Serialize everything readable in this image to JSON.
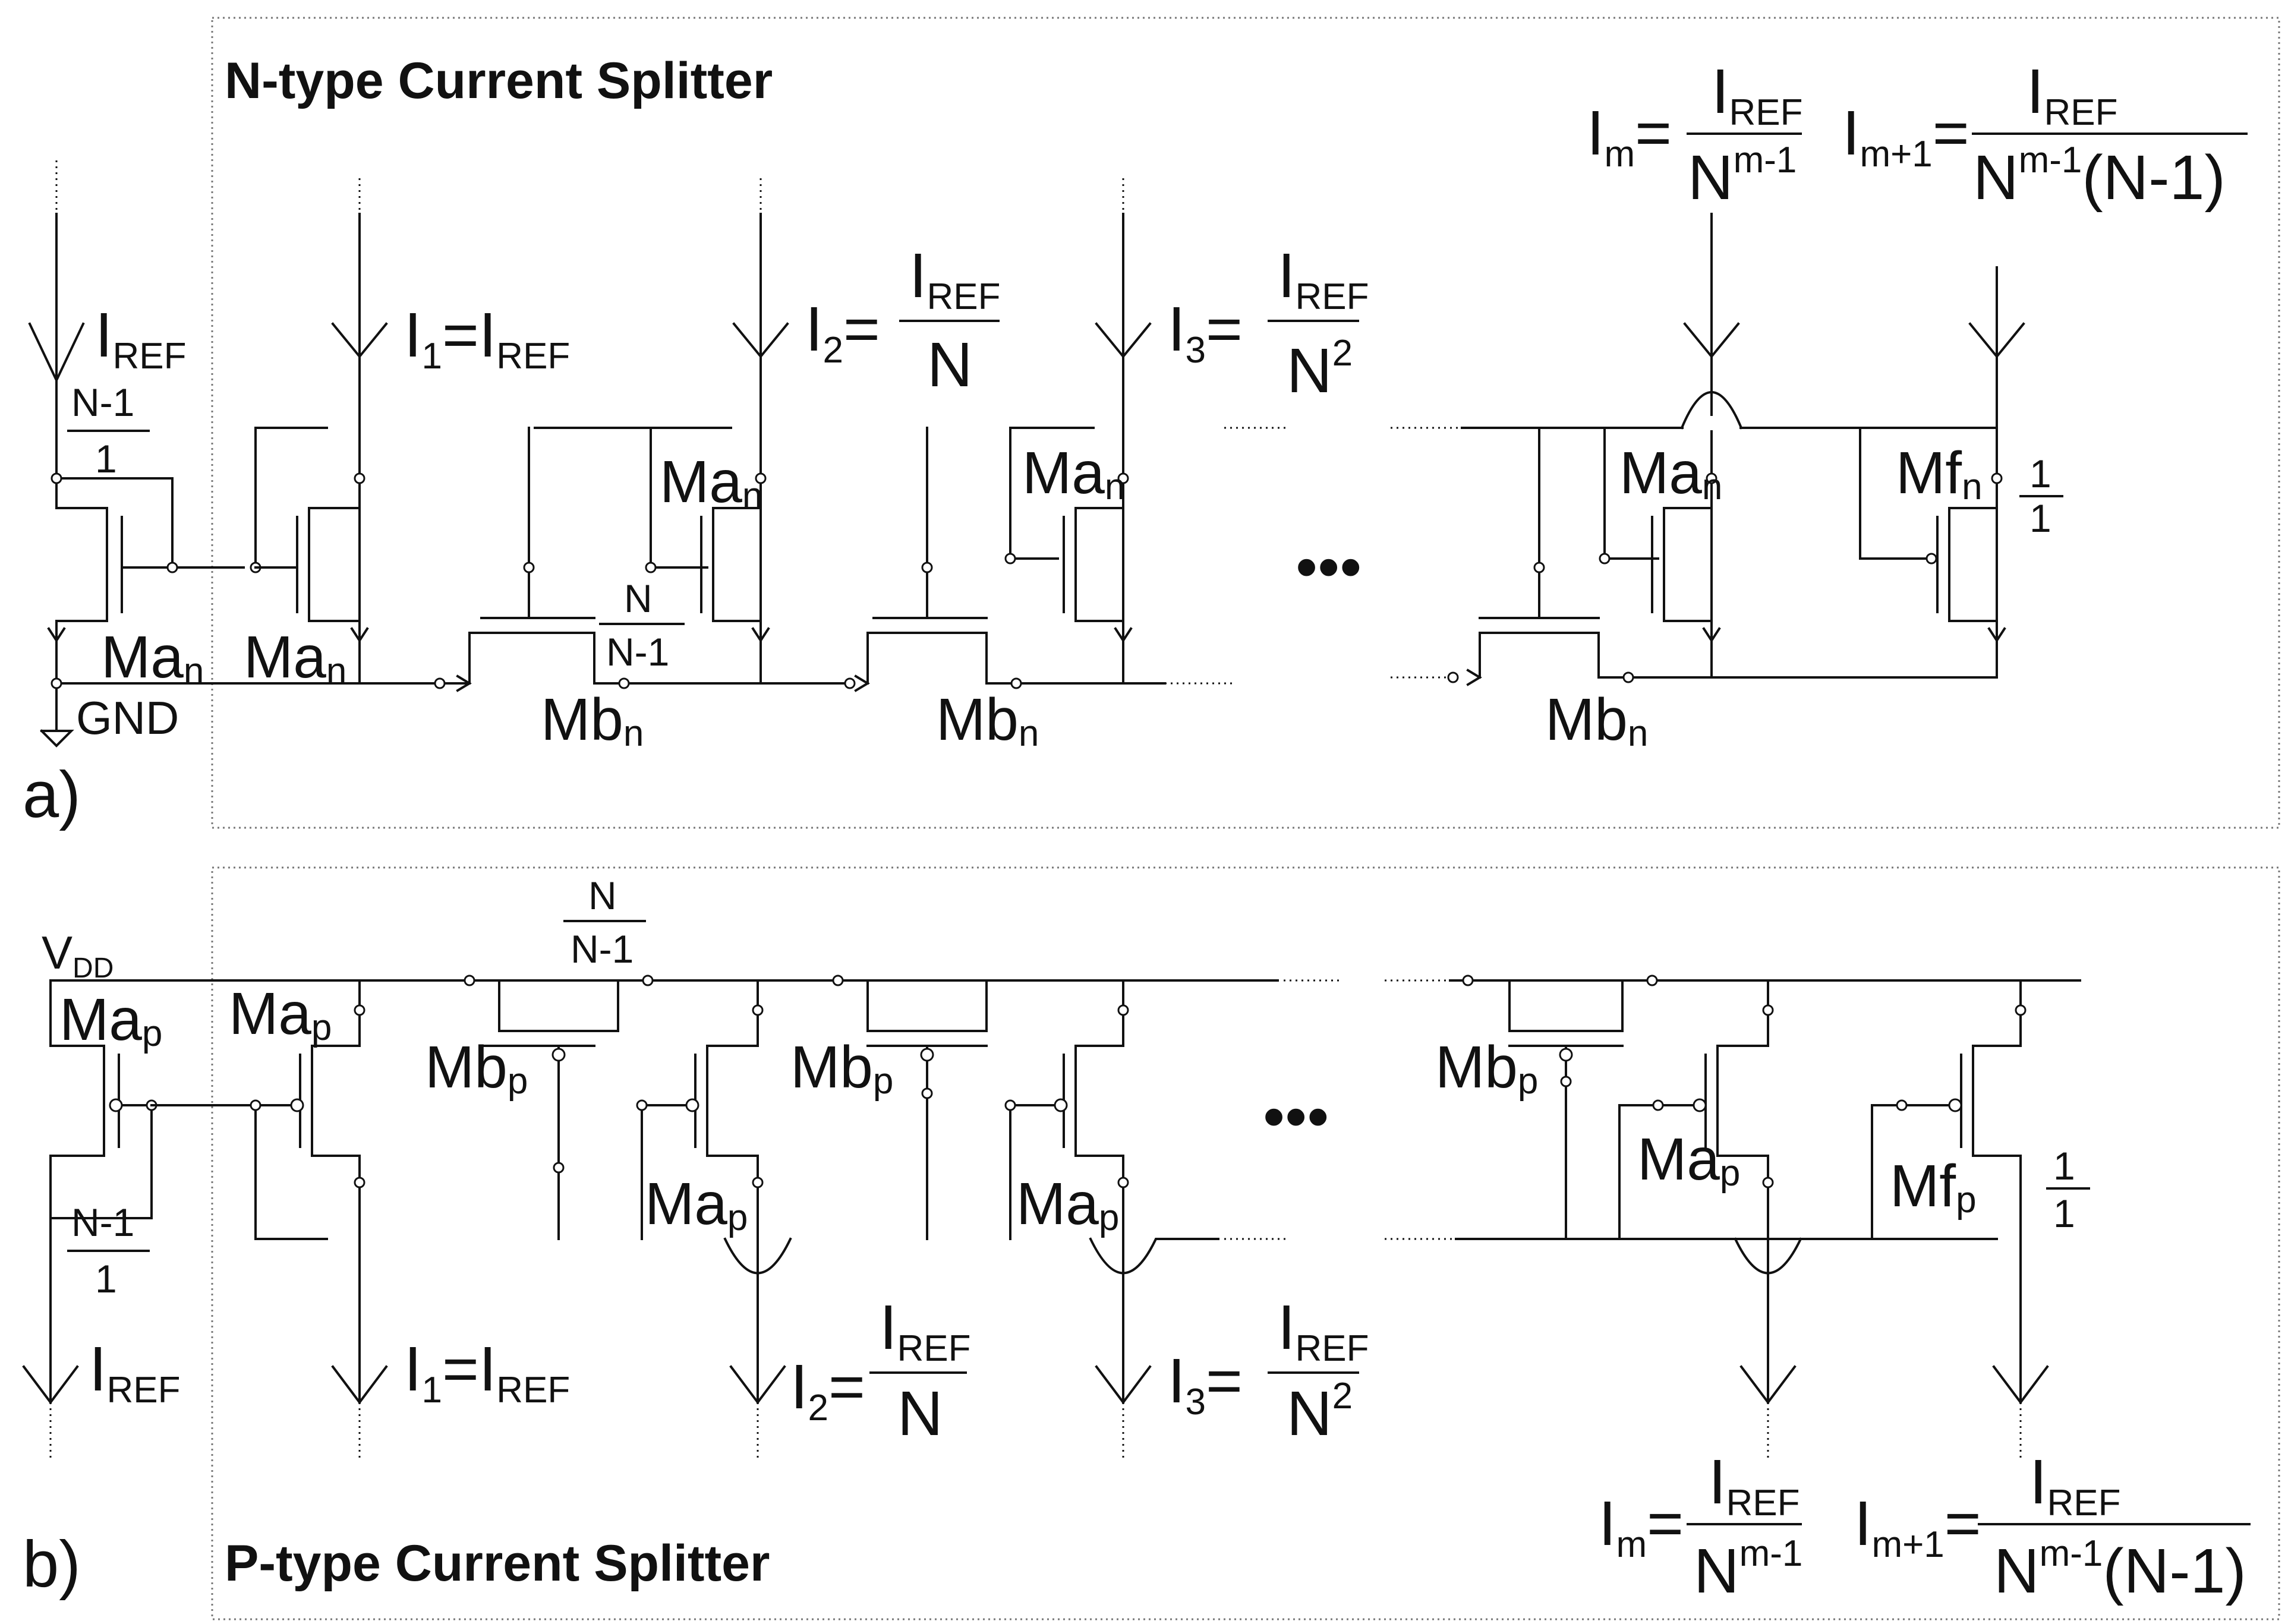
{
  "panel_a": {
    "tag": "a)",
    "title": "N-type Current Splitter",
    "gnd": "GND",
    "dots": "•••",
    "i_ref": "I",
    "i_ref_sub": "REF",
    "ratio_in": {
      "num": "N-1",
      "den": "1"
    },
    "ratio_mb": {
      "num": "N",
      "den": "N-1"
    },
    "ratio_f": {
      "num": "1",
      "den": "1"
    },
    "ma": "Ma",
    "ma_sub": "n",
    "mb": "Mb",
    "mb_sub": "n",
    "mf": "Mf",
    "mf_sub": "n",
    "i1": {
      "i": "I",
      "sub": "1",
      "eq": "=I",
      "eq_sub": "REF"
    },
    "i2": {
      "i": "I",
      "sub": "2",
      "eq": "=",
      "num": "I",
      "num_sub": "REF",
      "den": "N"
    },
    "i3": {
      "i": "I",
      "sub": "3",
      "eq": "=",
      "num": "I",
      "num_sub": "REF",
      "den": "N",
      "den_sup": "2"
    },
    "im": {
      "i": "I",
      "sub": "m",
      "eq": "=",
      "num": "I",
      "num_sub": "REF",
      "den": "N",
      "den_sup": "m-1"
    },
    "im1": {
      "i": "I",
      "sub": "m+1",
      "eq": "=",
      "num": "I",
      "num_sub": "REF",
      "den": "N",
      "den_sup": "m-1",
      "den_tail": "(N-1)"
    }
  },
  "panel_b": {
    "tag": "b)",
    "title": "P-type Current Splitter",
    "vdd": "V",
    "vdd_sub": "DD",
    "dots": "•••",
    "i_ref": "I",
    "i_ref_sub": "REF",
    "ratio_in": {
      "num": "N-1",
      "den": "1"
    },
    "ratio_mb": {
      "num": "N",
      "den": "N-1"
    },
    "ratio_f": {
      "num": "1",
      "den": "1"
    },
    "ma": "Ma",
    "ma_sub": "p",
    "mb": "Mb",
    "mb_sub": "p",
    "mf": "Mf",
    "mf_sub": "p",
    "i1": {
      "i": "I",
      "sub": "1",
      "eq": "=I",
      "eq_sub": "REF"
    },
    "i2": {
      "i": "I",
      "sub": "2",
      "eq": "=",
      "num": "I",
      "num_sub": "REF",
      "den": "N"
    },
    "i3": {
      "i": "I",
      "sub": "3",
      "eq": "=",
      "num": "I",
      "num_sub": "REF",
      "den": "N",
      "den_sup": "2"
    },
    "im": {
      "i": "I",
      "sub": "m",
      "eq": "=",
      "num": "I",
      "num_sub": "REF",
      "den": "N",
      "den_sup": "m-1"
    },
    "im1": {
      "i": "I",
      "sub": "m+1",
      "eq": "=",
      "num": "I",
      "num_sub": "REF",
      "den": "N",
      "den_sup": "m-1",
      "den_tail": "(N-1)"
    }
  }
}
